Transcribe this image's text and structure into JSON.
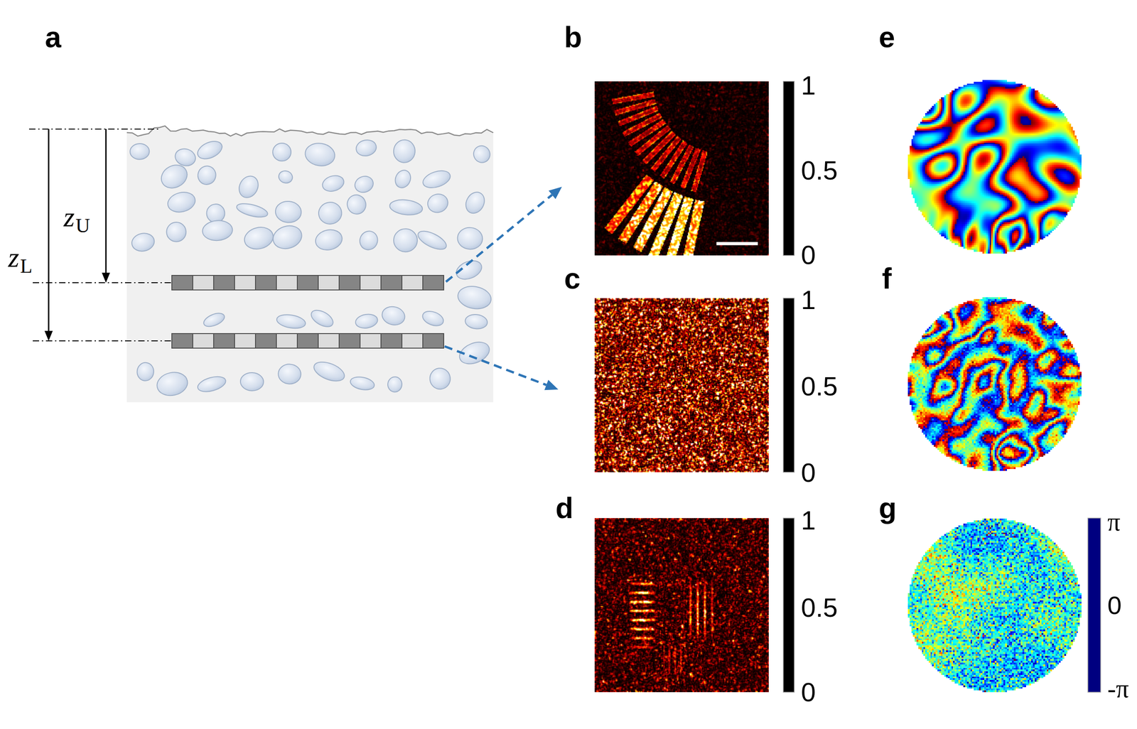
{
  "diagram": {
    "labels": [
      "a",
      "z",
      "U",
      "z",
      "L",
      "b",
      "1",
      "0.5",
      "0",
      "e",
      "c",
      "1",
      "0.5",
      "0",
      "f",
      "d",
      "1",
      "0.5",
      "0",
      "g",
      "π",
      "0",
      "-π"
    ]
  }
}
